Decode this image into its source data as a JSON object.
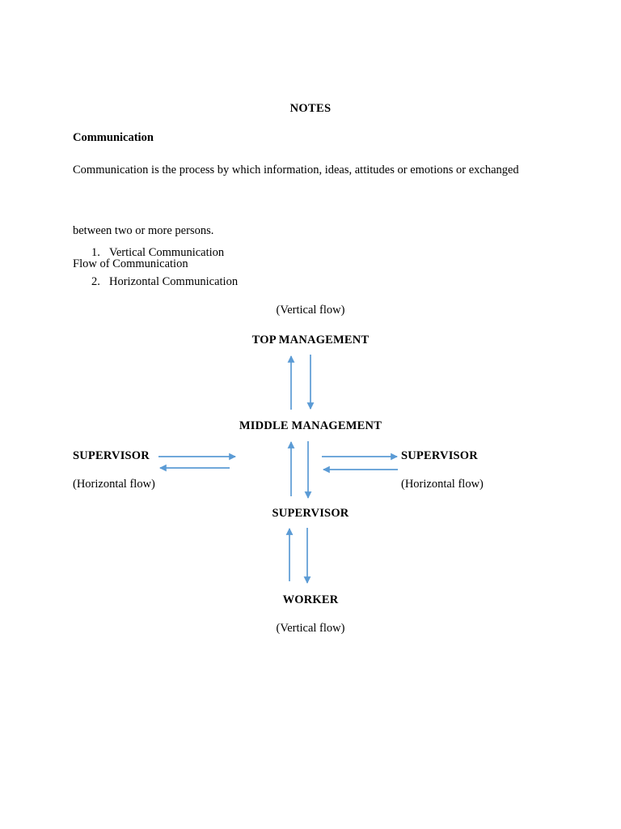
{
  "document": {
    "title": "NOTES",
    "heading": "Communication",
    "paragraph_1": "Communication is the process by which information, ideas, attitudes or emotions or exchanged",
    "paragraph_2": "between two or more persons.",
    "subheading": "Flow of Communication",
    "list": [
      {
        "number": "1.",
        "label": "Vertical Communication"
      },
      {
        "number": "2.",
        "label": "Horizontal Communication"
      }
    ]
  },
  "diagram": {
    "arrow_color": "#5B9BD5",
    "caption_top": "(Vertical flow)",
    "caption_bottom": "(Vertical flow)",
    "caption_horizontal_left": "(Horizontal flow)",
    "caption_horizontal_right": "(Horizontal flow)",
    "nodes": {
      "top_management": "TOP MANAGEMENT",
      "middle_management": "MIDDLE MANAGEMENT",
      "supervisor_center": "SUPERVISOR",
      "supervisor_left": "SUPERVISOR",
      "supervisor_right": "SUPERVISOR",
      "worker": "WORKER"
    }
  },
  "chart_data": {
    "type": "diagram",
    "title": "Flow of Communication",
    "subtype": "organizational-communication-flow",
    "nodes": [
      {
        "id": "top_management",
        "label": "TOP MANAGEMENT",
        "level": 1,
        "column": "center"
      },
      {
        "id": "middle_management",
        "label": "MIDDLE MANAGEMENT",
        "level": 2,
        "column": "center"
      },
      {
        "id": "supervisor_center",
        "label": "SUPERVISOR",
        "level": 3,
        "column": "center"
      },
      {
        "id": "worker",
        "label": "WORKER",
        "level": 4,
        "column": "center"
      },
      {
        "id": "supervisor_left",
        "label": "SUPERVISOR",
        "level": 2,
        "column": "left"
      },
      {
        "id": "supervisor_right",
        "label": "SUPERVISOR",
        "level": 2,
        "column": "right"
      }
    ],
    "edges": [
      {
        "from": "middle_management",
        "to": "top_management",
        "direction": "up",
        "flow": "vertical"
      },
      {
        "from": "top_management",
        "to": "middle_management",
        "direction": "down",
        "flow": "vertical"
      },
      {
        "from": "supervisor_center",
        "to": "middle_management",
        "direction": "up",
        "flow": "vertical"
      },
      {
        "from": "middle_management",
        "to": "supervisor_center",
        "direction": "down",
        "flow": "vertical"
      },
      {
        "from": "worker",
        "to": "supervisor_center",
        "direction": "up",
        "flow": "vertical"
      },
      {
        "from": "supervisor_center",
        "to": "worker",
        "direction": "down",
        "flow": "vertical"
      },
      {
        "from": "supervisor_left",
        "to": "middle_management",
        "direction": "right",
        "flow": "horizontal"
      },
      {
        "from": "middle_management",
        "to": "supervisor_left",
        "direction": "left",
        "flow": "horizontal"
      },
      {
        "from": "middle_management",
        "to": "supervisor_right",
        "direction": "right",
        "flow": "horizontal"
      },
      {
        "from": "supervisor_right",
        "to": "middle_management",
        "direction": "left",
        "flow": "horizontal"
      }
    ],
    "legend": [
      "(Vertical flow)",
      "(Horizontal flow)"
    ]
  }
}
